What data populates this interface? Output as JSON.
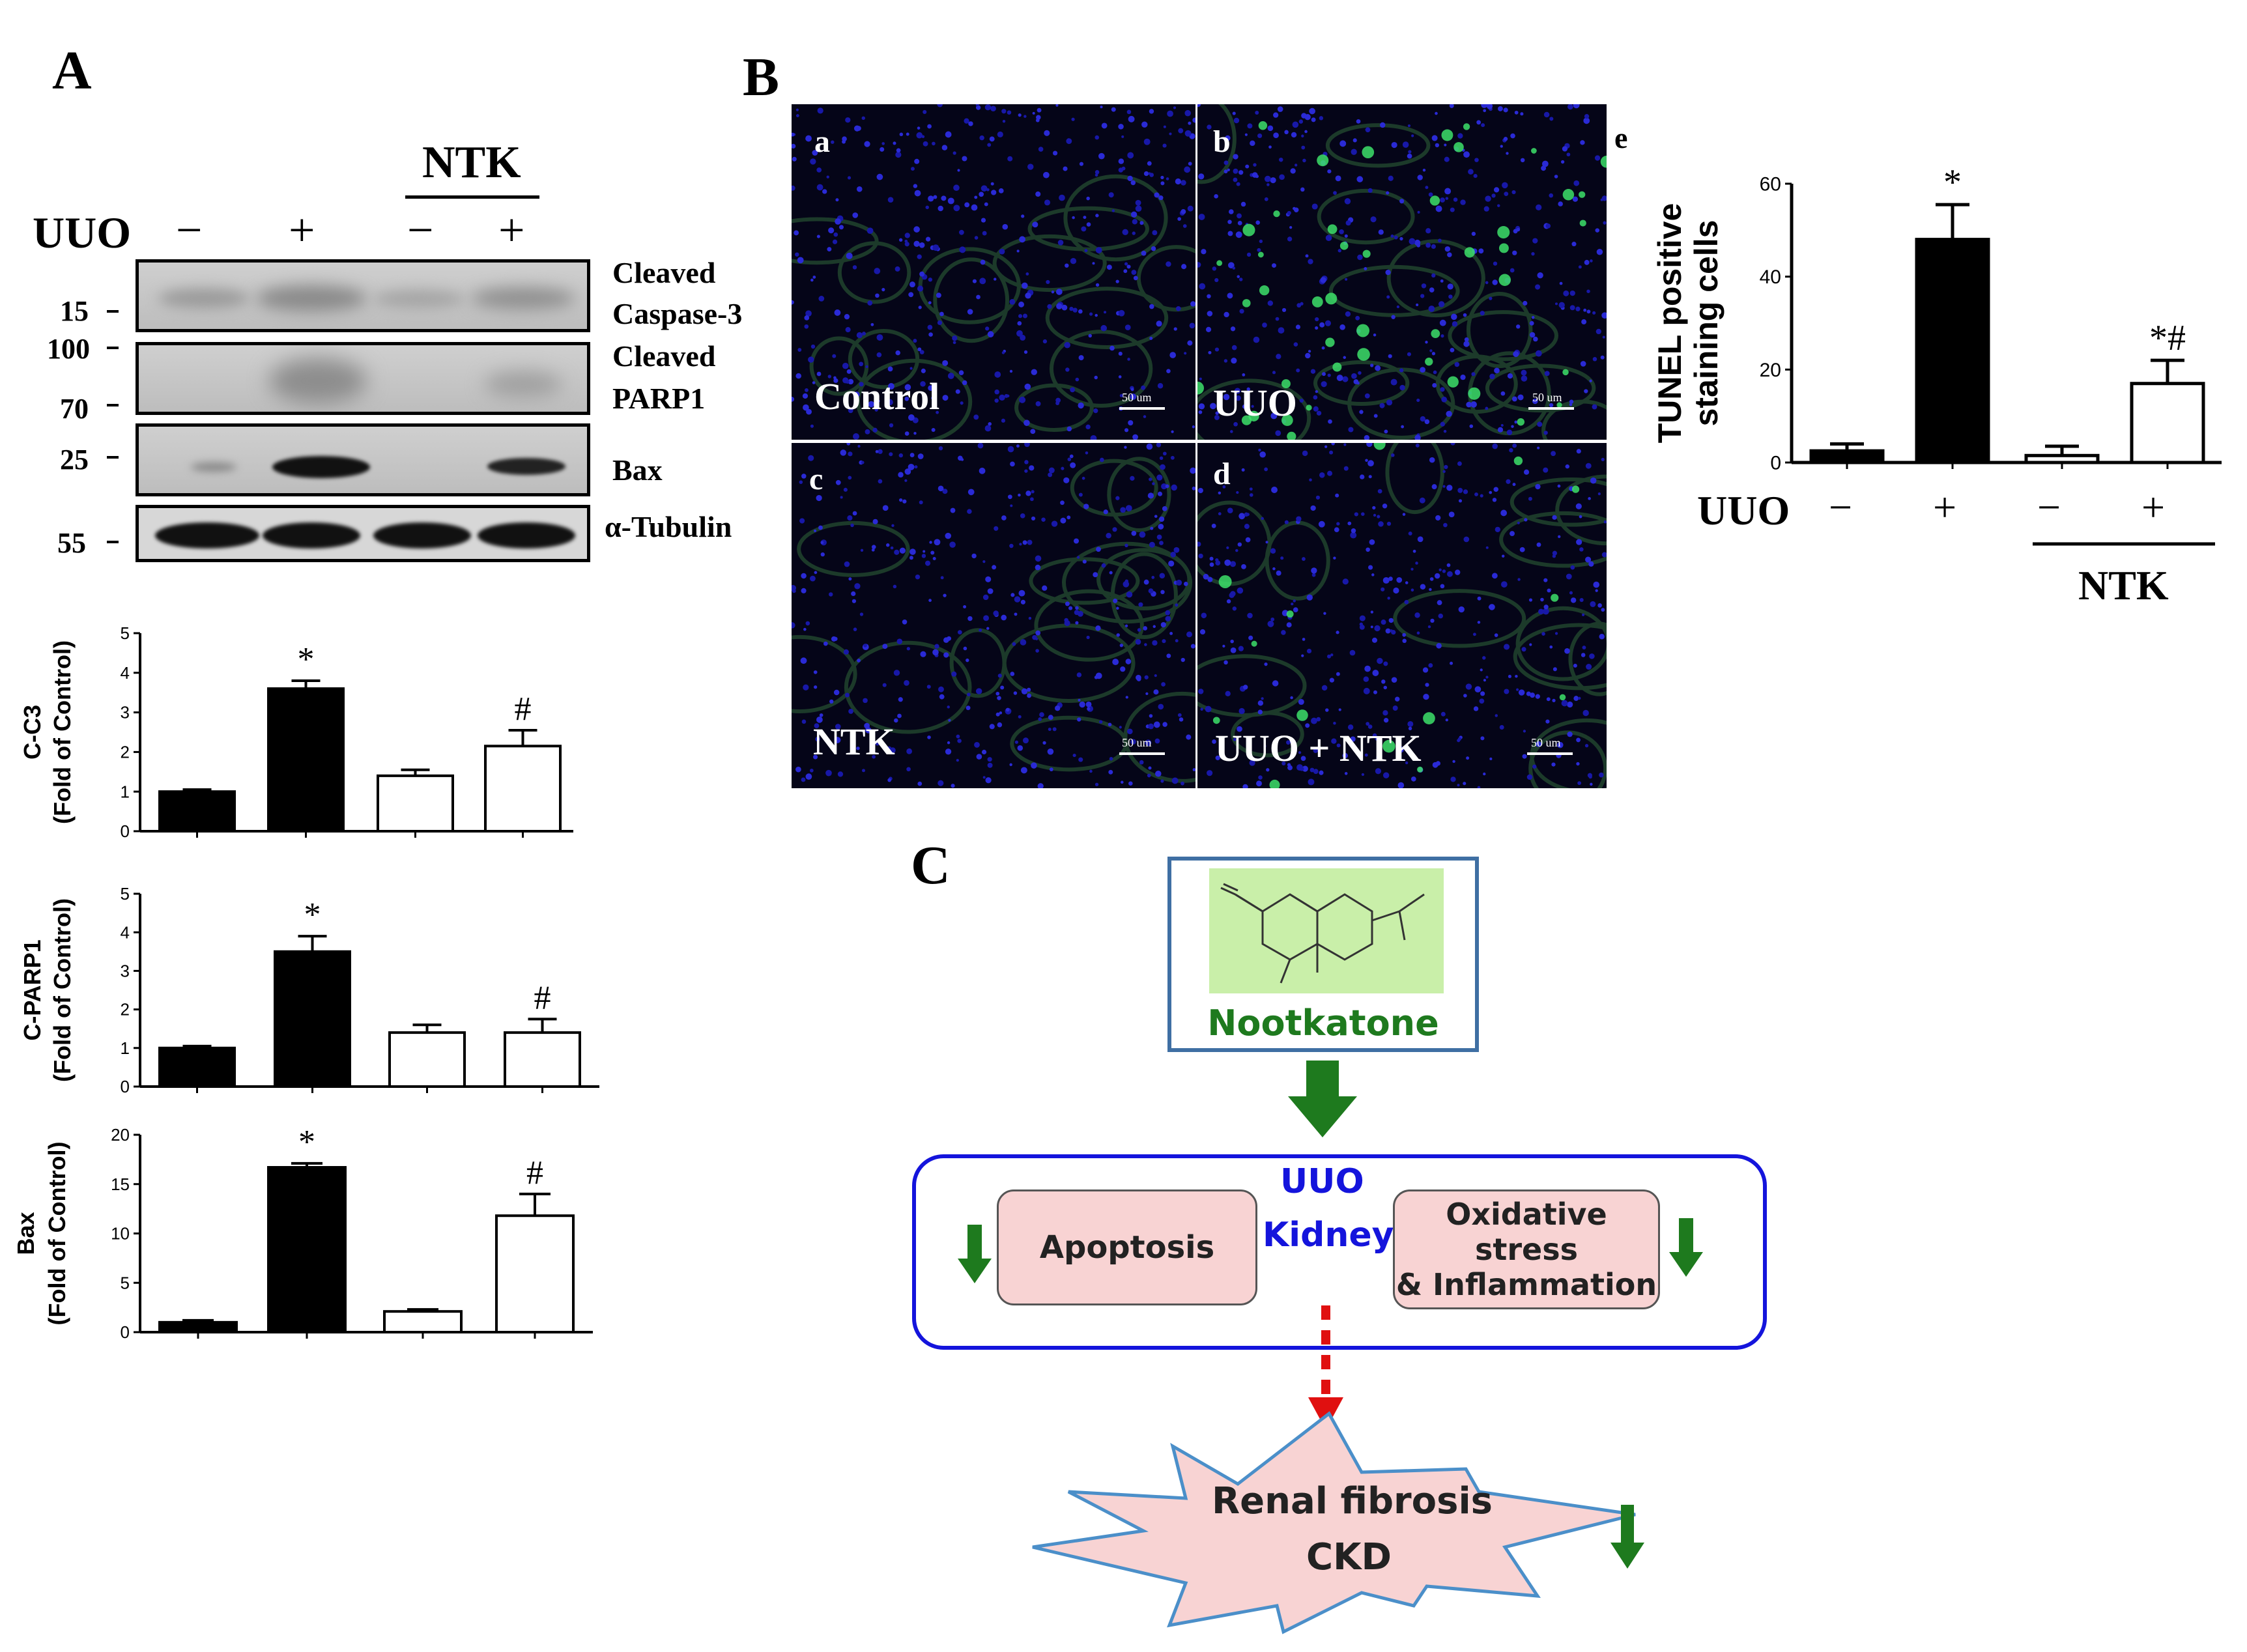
{
  "panels": {
    "a": "A",
    "b": "B",
    "c": "C",
    "e": "e"
  },
  "blot": {
    "ntk": "NTK",
    "uuo": "UUO",
    "signs": [
      "−",
      "+",
      "−",
      "+"
    ],
    "labels": {
      "cleaved": "Cleaved",
      "caspase3": "Caspase-3",
      "cleaved2": "Cleaved",
      "parp1": "PARP1",
      "bax": "Bax",
      "tubulin": "α-Tubulin"
    },
    "mw": [
      "15",
      "100",
      "70",
      "25",
      "55"
    ]
  },
  "micro": {
    "letters": [
      "a",
      "b",
      "c",
      "d"
    ],
    "labels": [
      "Control",
      "UUO",
      "NTK",
      "UUO + NTK"
    ],
    "scale": "50 um"
  },
  "tunel": {
    "uuo": "UUO",
    "ntk": "NTK",
    "signs": [
      "−",
      "+",
      "−",
      "+"
    ]
  },
  "flow": {
    "nootkatone": "Nootkatone",
    "uuo": "UUO",
    "kidney": "Kidney",
    "apoptosis": "Apoptosis",
    "ox1": "Oxidative stress",
    "ox2": "& Inflammation",
    "fib1": "Renal fibrosis",
    "fib2": "CKD"
  },
  "colors": {
    "bar_filled": "#000000",
    "bar_open": "#ffffff",
    "green": "#1e7a1e",
    "blue": "#1414dc",
    "pink": "#f8d3d3",
    "red_dash": "#e01010"
  },
  "chart_data": [
    {
      "type": "bar",
      "categories": [
        "",
        "",
        "",
        ""
      ],
      "values": [
        1.0,
        3.6,
        1.4,
        2.15
      ],
      "errors": [
        0.05,
        0.2,
        0.15,
        0.4
      ],
      "fills": [
        "filled",
        "filled",
        "open",
        "open"
      ],
      "annotations": [
        "",
        "*",
        "",
        "#"
      ],
      "ylabel_1": "C-C3",
      "ylabel_2": "(Fold of Control)",
      "ylim": [
        0,
        5
      ],
      "yticks": [
        "0",
        "1",
        "2",
        "3",
        "4",
        "5"
      ]
    },
    {
      "type": "bar",
      "categories": [
        "",
        "",
        "",
        ""
      ],
      "values": [
        1.0,
        3.5,
        1.4,
        1.4
      ],
      "errors": [
        0.05,
        0.4,
        0.2,
        0.35
      ],
      "fills": [
        "filled",
        "filled",
        "open",
        "open"
      ],
      "annotations": [
        "",
        "*",
        "",
        "#"
      ],
      "ylabel_1": "C-PARP1",
      "ylabel_2": "(Fold of Control)",
      "ylim": [
        0,
        5
      ],
      "yticks": [
        "0",
        "1",
        "2",
        "3",
        "4",
        "5"
      ]
    },
    {
      "type": "bar",
      "categories": [
        "",
        "",
        "",
        ""
      ],
      "values": [
        1.0,
        16.7,
        2.1,
        11.8
      ],
      "errors": [
        0.2,
        0.4,
        0.2,
        2.2
      ],
      "fills": [
        "filled",
        "filled",
        "open",
        "open"
      ],
      "annotations": [
        "",
        "*",
        "",
        "#"
      ],
      "ylabel_1": "Bax",
      "ylabel_2": "(Fold of Control)",
      "ylim": [
        0,
        20
      ],
      "yticks": [
        "0",
        "5",
        "10",
        "15",
        "20"
      ]
    },
    {
      "type": "bar",
      "categories": [
        "",
        "",
        "",
        ""
      ],
      "values": [
        2.5,
        48.0,
        1.5,
        17.0
      ],
      "errors": [
        1.5,
        7.5,
        2.0,
        5.0
      ],
      "fills": [
        "filled",
        "filled",
        "open",
        "open"
      ],
      "annotations": [
        "",
        "*",
        "",
        "*#"
      ],
      "ylabel_1": "TUNEL positive",
      "ylabel_2": "staining cells",
      "ylim": [
        0,
        60
      ],
      "yticks": [
        "0",
        "20",
        "40",
        "60"
      ]
    }
  ]
}
